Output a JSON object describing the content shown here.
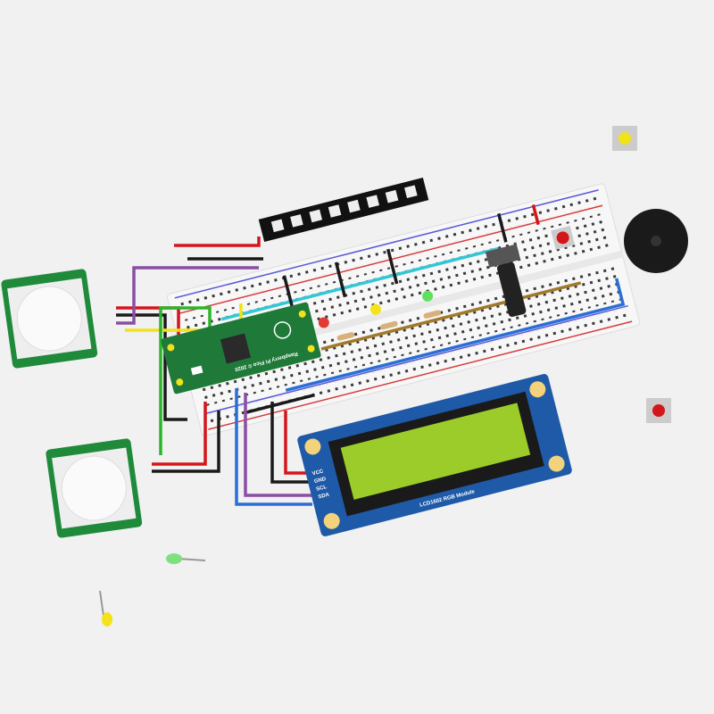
{
  "lcd": {
    "title": "LCD1602 RGB Module",
    "pins": [
      "VCC",
      "GND",
      "SCL",
      "SDA"
    ],
    "colors": {
      "board": "#1e5aa8",
      "screen": "#9ccc2a",
      "bezel": "#1a1a1a"
    }
  },
  "pico": {
    "label": "Raspberry Pi Pico © 2020",
    "color": "#1f7a3a"
  },
  "wire_colors": {
    "red": "#d4161b",
    "black": "#1a1a1a",
    "yellow": "#f2e21a",
    "green": "#2bb52b",
    "purple": "#8b4ea3",
    "blue": "#2a6fd6",
    "cyan": "#35c6d6",
    "brown": "#a07a2a"
  },
  "led_colors": [
    "#e53935",
    "#f4e21a",
    "#5ee05e"
  ]
}
